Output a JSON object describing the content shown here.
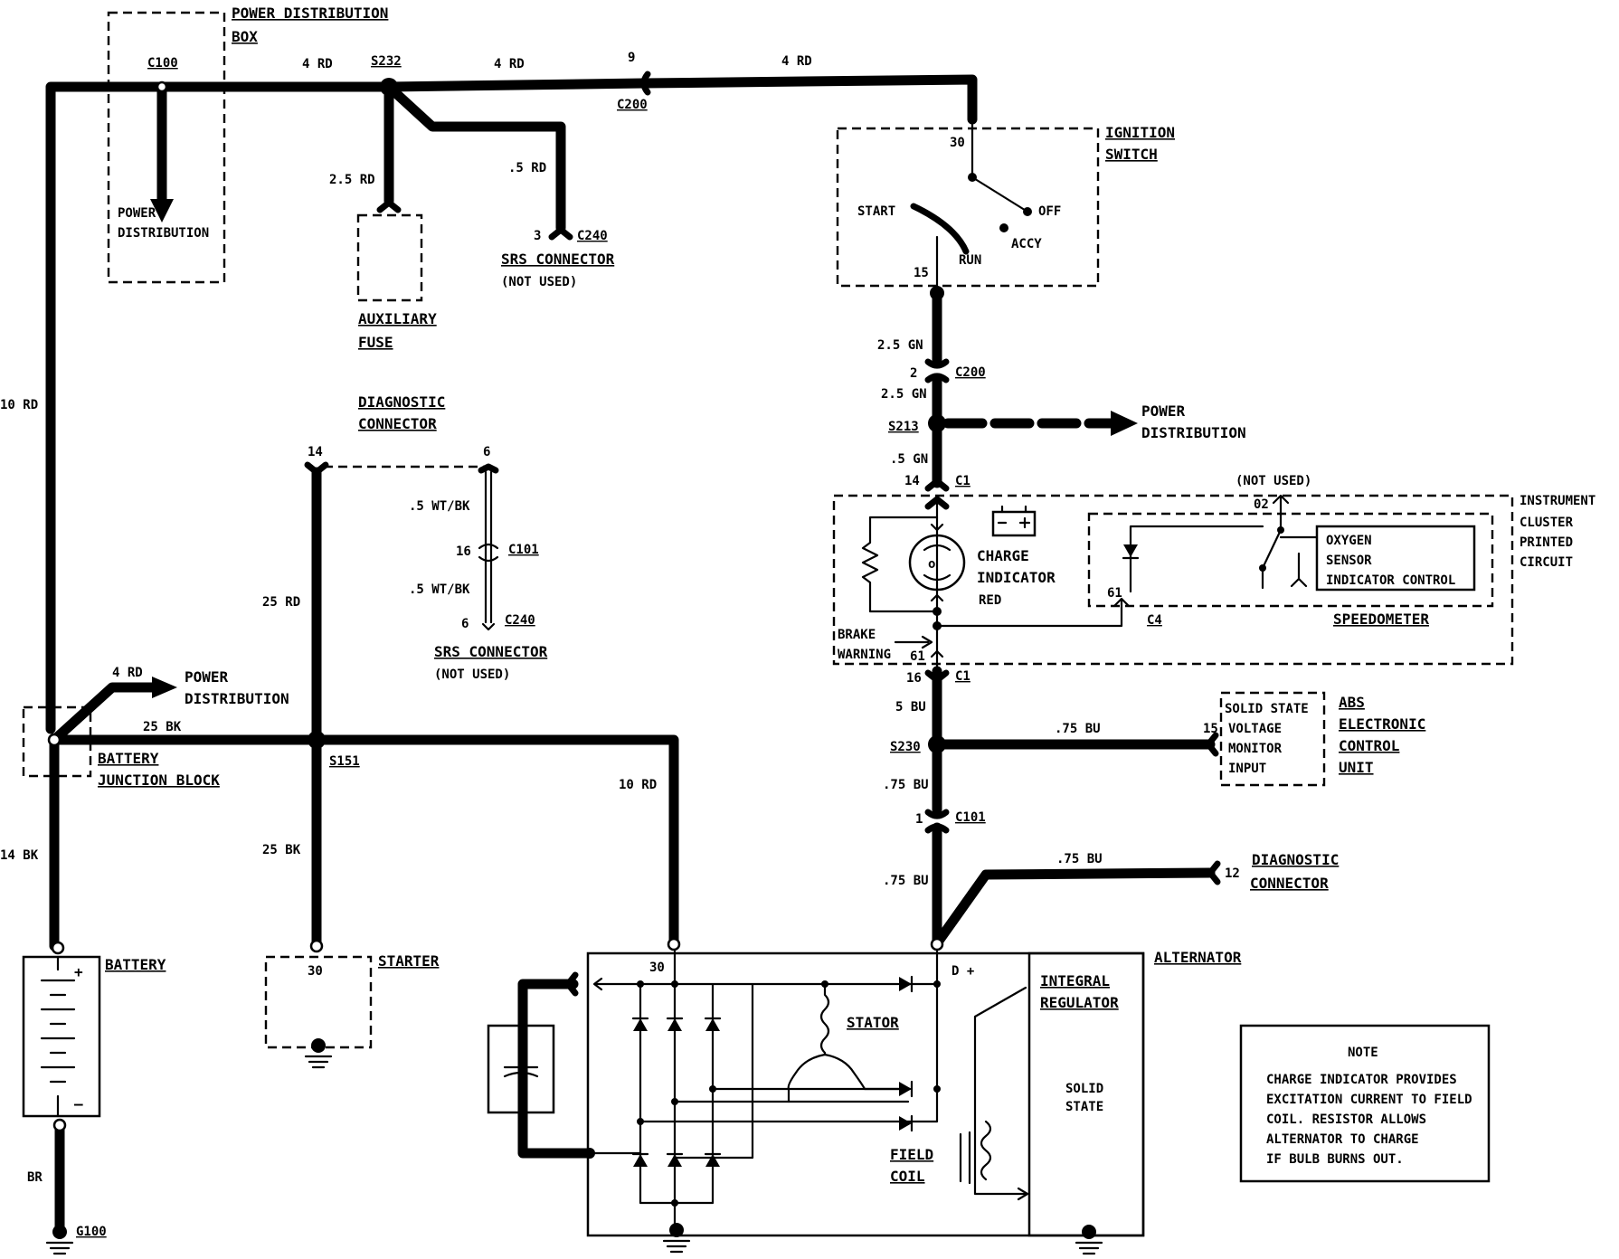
{
  "components": {
    "power_distribution_box": {
      "title_1": "POWER DISTRIBUTION",
      "title_2": "BOX",
      "connector": "C100",
      "inner_label_1": "POWER",
      "inner_label_2": "DISTRIBUTION"
    },
    "splice_s232": "S232",
    "connector_c200_top": {
      "pin": "9",
      "name": "C200"
    },
    "auxiliary_fuse": {
      "label_1": "AUXILIARY",
      "label_2": "FUSE"
    },
    "srs_connector_top": {
      "pin": "3",
      "name": "C240",
      "label_1": "SRS CONNECTOR",
      "label_2": "(NOT USED)"
    },
    "ignition_switch": {
      "title_1": "IGNITION",
      "title_2": "SWITCH",
      "pin_30": "30",
      "pin_15": "15",
      "start": "START",
      "run": "RUN",
      "accy": "ACCY",
      "off": "OFF"
    },
    "connector_c200_mid": {
      "pin": "2",
      "name": "C200"
    },
    "splice_s213": "S213",
    "power_distribution_right": {
      "label_1": "POWER",
      "label_2": "DISTRIBUTION"
    },
    "connector_c1_top": {
      "pin": "14",
      "name": "C1"
    },
    "instrument_cluster": {
      "title_1": "INSTRUMENT",
      "title_2": "CLUSTER",
      "sub_1": "PRINTED",
      "sub_2": "CIRCUIT",
      "not_used": "(NOT USED)",
      "pin_02": "02",
      "pin_61_left": "61",
      "connector_c4": "C4",
      "charge_1": "CHARGE",
      "charge_2": "INDICATOR",
      "charge_3": "RED",
      "brake_1": "BRAKE",
      "brake_2": "WARNING",
      "pin_61": "61",
      "oxygen_1": "OXYGEN",
      "oxygen_2": "SENSOR",
      "oxygen_3": "INDICATOR CONTROL",
      "speedometer": "SPEEDOMETER"
    },
    "connector_c1_bottom": {
      "pin": "16",
      "name": "C1"
    },
    "splice_s230": "S230",
    "abs_unit": {
      "box_1": "SOLID STATE",
      "box_2": "VOLTAGE",
      "box_3": "MONITOR",
      "box_4": "INPUT",
      "pin": "15",
      "title_1": "ABS",
      "title_2": "ELECTRONIC",
      "title_3": "CONTROL",
      "title_4": "UNIT"
    },
    "connector_c101_right": {
      "pin": "1",
      "name": "C101"
    },
    "diagnostic_connector_right": {
      "pin": "12",
      "label_1": "DIAGNOSTIC",
      "label_2": "CONNECTOR"
    },
    "diagnostic_connector_top": {
      "label_1": "DIAGNOSTIC",
      "label_2": "CONNECTOR",
      "pin_14": "14",
      "pin_6": "6"
    },
    "connector_c101_left": {
      "pin": "16",
      "name": "C101"
    },
    "srs_connector_mid": {
      "pin": "6",
      "name": "C240",
      "label_1": "SRS CONNECTOR",
      "label_2": "(NOT USED)"
    },
    "power_distribution_left": {
      "label_1": "POWER",
      "label_2": "DISTRIBUTION"
    },
    "battery_junction_block": {
      "label_1": "BATTERY",
      "label_2": "JUNCTION BLOCK"
    },
    "splice_s151": "S151",
    "battery": {
      "label": "BATTERY",
      "plus": "+",
      "minus": "–"
    },
    "ground_g100": "G100",
    "starter": {
      "label": "STARTER",
      "pin": "30"
    },
    "alternator": {
      "title": "ALTERNATOR",
      "pin_30": "30",
      "pin_d": "D +",
      "stator": "STATOR",
      "field_1": "FIELD",
      "field_2": "COIL",
      "reg_1": "INTEGRAL",
      "reg_2": "REGULATOR",
      "solid_1": "SOLID",
      "solid_2": "STATE"
    },
    "note": {
      "title": "NOTE",
      "line_1": "CHARGE INDICATOR PROVIDES",
      "line_2": "EXCITATION CURRENT TO FIELD",
      "line_3": "COIL. RESISTOR ALLOWS",
      "line_4": "ALTERNATOR TO CHARGE",
      "line_5": "IF BULB BURNS OUT."
    }
  },
  "wires": {
    "top_left": "4 RD",
    "top_mid": "4 RD",
    "top_right": "4 RD",
    "aux_fuse": "2.5 RD",
    "srs": ".5 RD",
    "left_vertical": "10 RD",
    "ign_out": "2.5 GN",
    "after_c200": "2.5 GN",
    "after_s213": ".5 GN",
    "cluster_out": "5 BU",
    "to_abs": ".75 BU",
    "after_s230": ".75 BU",
    "after_c101": ".75 BU",
    "to_diag": ".75 BU",
    "diag_top": ".5 WT/BK",
    "diag_bottom": ".5 WT/BK",
    "diag_to_s151": "25 RD",
    "junction_pd": "4 RD",
    "junction_s151": "25 BK",
    "junction_battery": "14 BK",
    "s151_starter": "25 BK",
    "to_alternator": "10 RD",
    "battery_ground": "BR"
  }
}
